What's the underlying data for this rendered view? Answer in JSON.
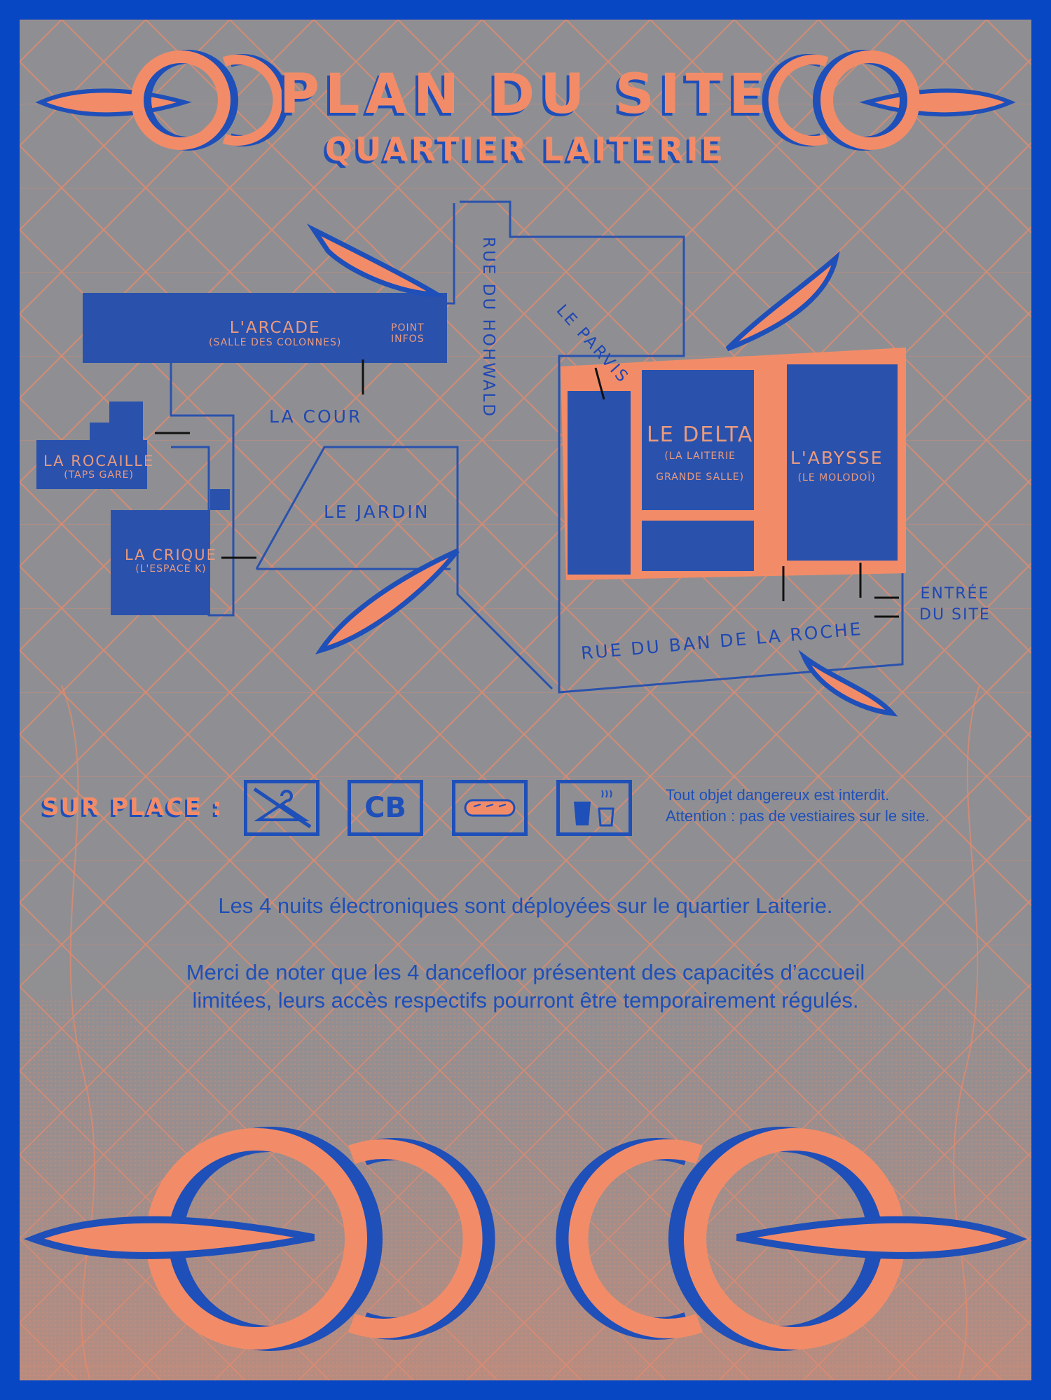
{
  "title": {
    "main": "PLAN DU SITE",
    "sub": "QUARTIER LAITERIE"
  },
  "venues": {
    "arcade": {
      "name": "L'ARCADE",
      "sub": "(SALLE DES COLONNES)"
    },
    "point_infos": {
      "line1": "POINT",
      "line2": "INFOS"
    },
    "rocaille": {
      "name": "LA ROCAILLE",
      "sub": "(TAPS GARE)"
    },
    "crique": {
      "name": "LA CRIQUE",
      "sub": "(L'ESPACE K)"
    },
    "delta": {
      "name": "LE DELTA",
      "sub1": "(LA LAITERIE",
      "sub2": "GRANDE SALLE)"
    },
    "abysse": {
      "name": "L'ABYSSE",
      "sub": "(LE MOLODOÏ)"
    }
  },
  "areas": {
    "cour": "LA COUR",
    "jardin": "LE JARDIN",
    "parvis": "LE PARVIS"
  },
  "streets": {
    "hohwald": "RUE DU HOHWALD",
    "ban_de_la_roche": "RUE DU BAN DE LA ROCHE"
  },
  "entrance": {
    "line1": "ENTRÉE",
    "line2": "DU SITE"
  },
  "on_site": {
    "label": "SUR PLACE :",
    "icons": [
      "no-cloakroom-icon",
      "card-payment-icon",
      "food-icon",
      "drinks-icon"
    ],
    "cb_label": "CB"
  },
  "notices": {
    "line1": "Tout objet dangereux est interdit.",
    "line2": "Attention : pas de vestiaires sur le site."
  },
  "paragraphs": {
    "p1": "Les 4 nuits électroniques sont déployées sur le quartier Laiterie.",
    "p2_line1": "Merci de noter que les 4 dancefloor présentent des capacités d’accueil",
    "p2_line2": "limitées, leurs accès respectifs pourront être temporairement régulés."
  },
  "colors": {
    "frame": "#0747c4",
    "background": "#8f8f93",
    "building": "#2a52ad",
    "accent": "#f28c68",
    "text_blue": "#1f4fb8"
  }
}
